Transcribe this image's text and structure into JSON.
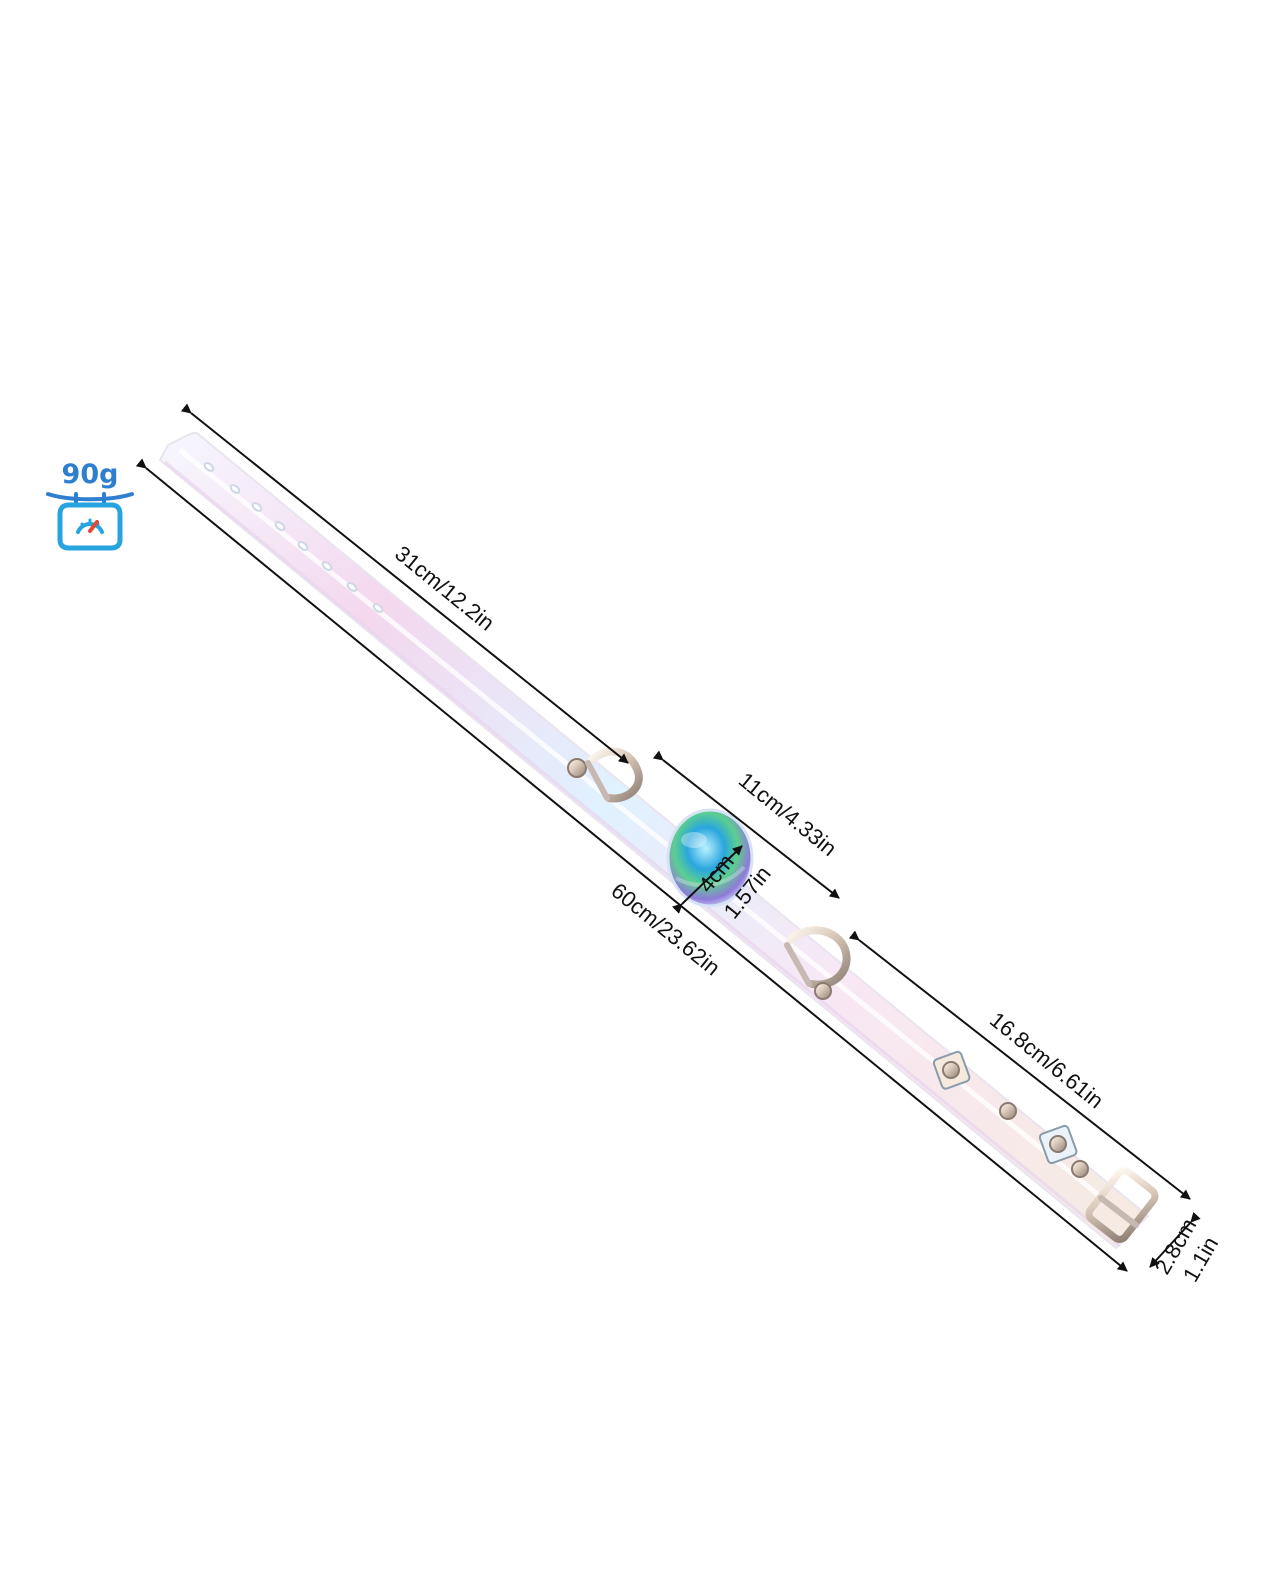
{
  "weight": {
    "value": "90g",
    "icon": "scale-icon",
    "color": "#2f7fd0"
  },
  "dimensions": {
    "strap_length": "31cm/12.2in",
    "total_length": "60cm/23.62in",
    "center_length": "11cm/4.33in",
    "buckle_length": "16.8cm/6.61in",
    "ball_diameter_cm": "4cm",
    "ball_diameter_in": "1.57in",
    "width_cm": "2.8cm",
    "width_in": "1.1in"
  },
  "colors": {
    "arrow": "#111111",
    "strap_pink": "#f4d6ee",
    "strap_blue": "#d7ecfb",
    "metal": "#d8c7b8",
    "ball_blue": "#2aa6df",
    "ball_green": "#5ccf8f",
    "ball_purple": "#8f7ad9"
  }
}
